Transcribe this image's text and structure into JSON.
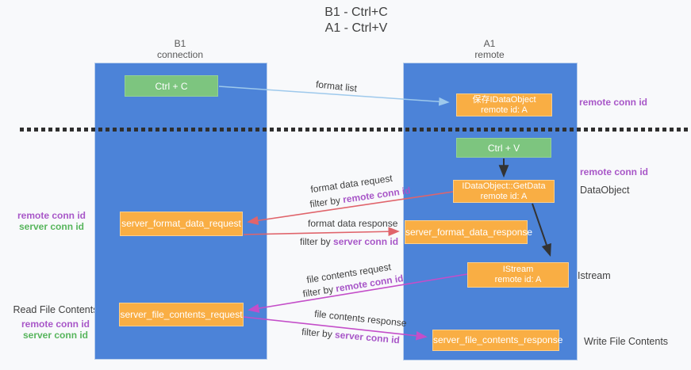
{
  "title": {
    "line1": "B1 - Ctrl+C",
    "line2": "A1 - Ctrl+V"
  },
  "lanes": {
    "left": {
      "line1": "B1",
      "line2": "connection"
    },
    "right": {
      "line1": "A1",
      "line2": "remote"
    }
  },
  "nodes": {
    "ctrl_c": {
      "label": "Ctrl + C"
    },
    "ctrl_v": {
      "label": "Ctrl + V"
    },
    "save_dataobject": {
      "line1": "保存IDataObject",
      "line2": "remote id: A"
    },
    "getdata": {
      "line1": "IDataObject::GetData",
      "line2": "remote id: A"
    },
    "istream": {
      "line1": "IStream",
      "line2": "remote id: A"
    },
    "format_request": {
      "label": "server_format_data_request"
    },
    "format_response": {
      "label": "server_format_data_response"
    },
    "file_request": {
      "label": "server_file_contents_request"
    },
    "file_response": {
      "label": "server_file_contents_response"
    }
  },
  "annotations": {
    "right_remote_conn_id_top": "remote conn id",
    "right_remote_conn_id_mid": "remote conn id",
    "right_dataobject": "DataObject",
    "right_istream": "Istream",
    "right_write_file": "Write File Contents",
    "left_remote_conn_id_1": "remote conn id",
    "left_server_conn_id_1": "server conn id",
    "left_read_file": "Read File Contents",
    "left_remote_conn_id_2": "remote conn id",
    "left_server_conn_id_2": "server conn id"
  },
  "flows": {
    "format_list": {
      "label": "format list"
    },
    "format_data_request": {
      "label": "format data request",
      "filter_prefix": "filter by ",
      "filter_key": "remote conn id"
    },
    "format_data_response": {
      "label": "format data response",
      "filter_prefix": "filter by ",
      "filter_key": "server conn id"
    },
    "file_contents_request": {
      "label": "file contents request",
      "filter_prefix": "filter by ",
      "filter_key": "remote conn id"
    },
    "file_contents_response": {
      "label": "file contents response",
      "filter_prefix": "filter by ",
      "filter_key": "server conn id"
    }
  },
  "colors": {
    "lane_blue": "#4c83d8",
    "node_orange": "#f9ae44",
    "node_green": "#7dc57f",
    "arrow_light_blue": "#9ec9ec",
    "arrow_red": "#e0646b",
    "arrow_magenta": "#c44ec9",
    "arrow_black": "#333333",
    "text_purple": "#a857c8",
    "text_green": "#57b55c"
  }
}
